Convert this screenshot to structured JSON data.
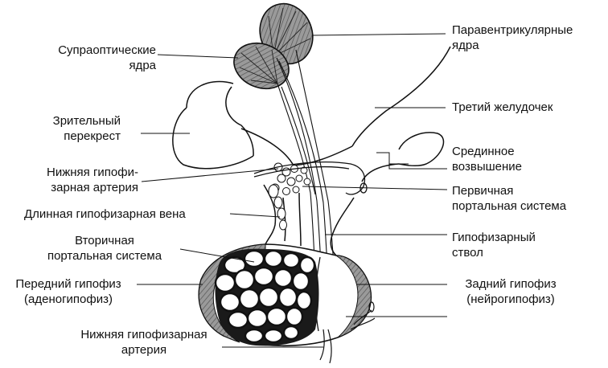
{
  "diagram": {
    "labels": {
      "supraoptic": [
        "Супраоптические",
        "ядра"
      ],
      "paraventricular": [
        "Паравентрикулярные",
        "ядра"
      ],
      "optic_chiasm": [
        "Зрительный",
        "перекрест"
      ],
      "third_ventricle": "Третий желудочек",
      "inferior_artery_top": [
        "Нижняя гипофи-",
        "зарная артерия"
      ],
      "median_eminence": [
        "Срединное",
        "возвышение"
      ],
      "long_portal_vein": "Длинная гипофизарная вена",
      "primary_portal": [
        "Первичная",
        "портальная система"
      ],
      "secondary_portal": [
        "Вторичная",
        "портальная система"
      ],
      "pituitary_stalk": [
        "Гипофизарный",
        "ствол"
      ],
      "anterior_pituitary": [
        "Передний гипофиз",
        "(аденогипофиз)"
      ],
      "posterior_pituitary": [
        "Задний гипофиз",
        "(нейрогипофиз)"
      ],
      "inferior_artery_bottom": [
        "Нижняя гипофизарная",
        "артерия"
      ]
    },
    "colors": {
      "ink": "#111111",
      "shade": "#8c8c8c",
      "paper": "#ffffff"
    }
  }
}
